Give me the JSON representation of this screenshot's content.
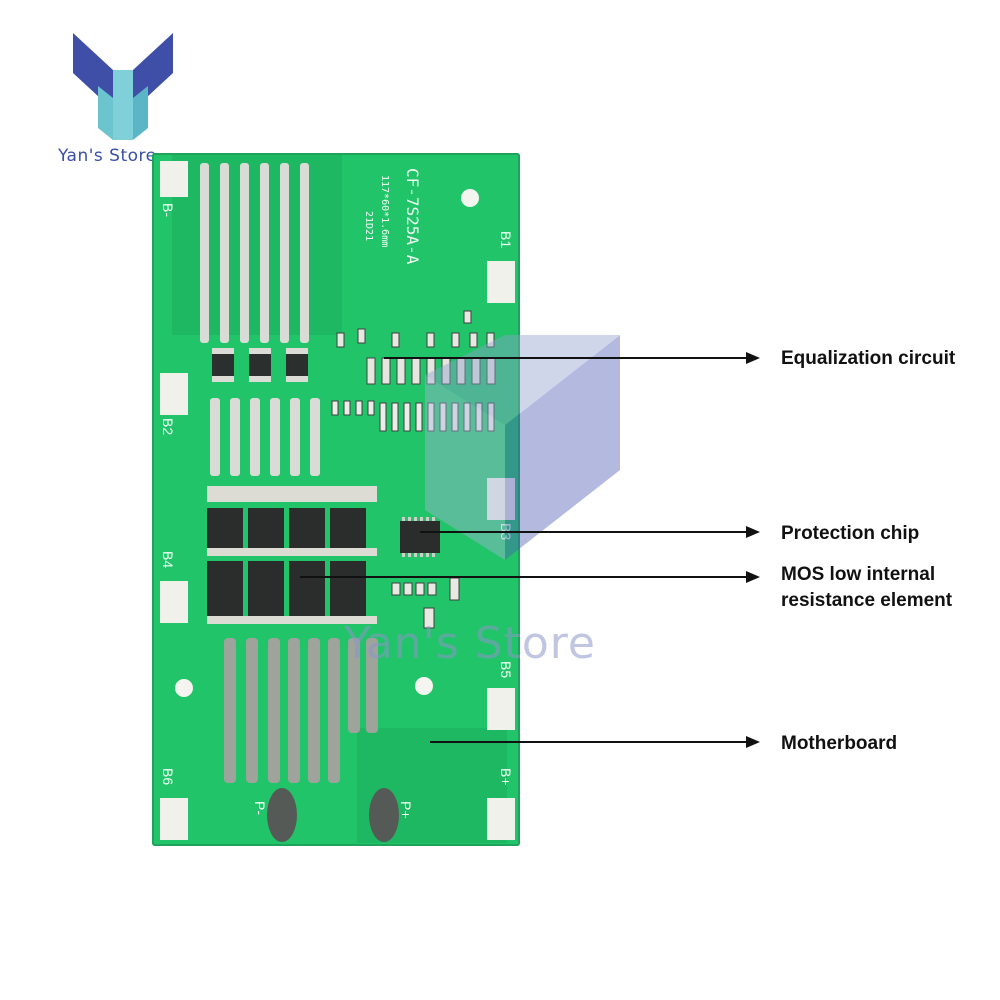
{
  "brand": {
    "name": "Yan's Store",
    "watermark": "Yan's Store",
    "colors": {
      "logo_dark": "#3f4fa8",
      "logo_light": "#7fd0d8",
      "board": "#22c46a"
    }
  },
  "board": {
    "model": "CF-7S25A-A",
    "size": "117*60*1.6mm",
    "date": "21D21",
    "pads": {
      "b_minus": "B-",
      "b1": "B1",
      "b2": "B2",
      "b3": "B3",
      "b4": "B4",
      "b5": "B5",
      "b6": "B6",
      "b_plus": "B+"
    },
    "p_minus": "P-",
    "p_plus": "P+"
  },
  "callouts": [
    {
      "label": "Equalization circuit"
    },
    {
      "label": "Protection chip"
    },
    {
      "label": "MOS low internal",
      "label2": "resistance element"
    },
    {
      "label": "Motherboard"
    }
  ]
}
